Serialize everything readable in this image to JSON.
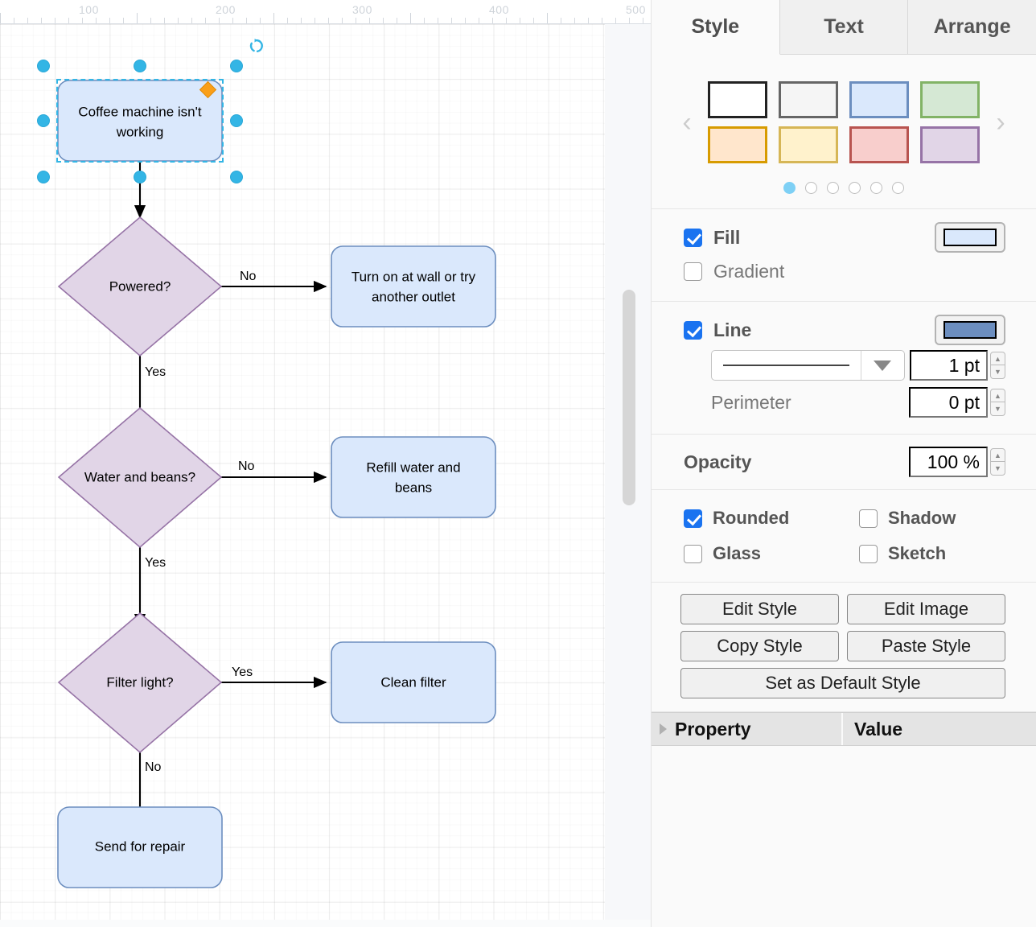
{
  "canvas": {
    "ruler": {
      "labels": [
        "100",
        "200",
        "300",
        "400",
        "500"
      ]
    },
    "selection": {
      "rotate_icon": "rotate-icon",
      "resize_handle": "resize-handle",
      "constraint_handle": "orange-diamond-handle"
    },
    "diagram": {
      "nodes": [
        {
          "id": "start",
          "type": "process",
          "label": "Coffee machine isn't working"
        },
        {
          "id": "powered",
          "type": "decision",
          "label": "Powered?"
        },
        {
          "id": "turn-on",
          "type": "process",
          "label": "Turn on at wall or try another outlet"
        },
        {
          "id": "water-beans",
          "type": "decision",
          "label": "Water and beans?"
        },
        {
          "id": "refill",
          "type": "process",
          "label": "Refill water and beans"
        },
        {
          "id": "filter-light",
          "type": "decision",
          "label": "Filter light?"
        },
        {
          "id": "clean-filter",
          "type": "process",
          "label": "Clean filter"
        },
        {
          "id": "send-repair",
          "type": "process",
          "label": "Send for repair"
        }
      ],
      "edge_labels": {
        "powered_no": "No",
        "powered_yes": "Yes",
        "water_no": "No",
        "water_yes": "Yes",
        "filter_yes": "Yes",
        "filter_no": "No"
      },
      "node_text": {
        "start_l1": "Coffee machine isn't",
        "start_l2": "working",
        "powered": "Powered?",
        "turn_on_l1": "Turn on at wall or try",
        "turn_on_l2": "another outlet",
        "water_beans": "Water and beans?",
        "refill_l1": "Refill water and",
        "refill_l2": "beans",
        "filter_light": "Filter light?",
        "clean_filter": "Clean filter",
        "send_repair": "Send for repair"
      },
      "colors": {
        "process_fill": "#dae8fc",
        "process_stroke": "#6c8ebf",
        "decision_fill": "#e1d5e7",
        "decision_stroke": "#9673a6",
        "edge": "#000000"
      }
    }
  },
  "panel": {
    "tabs": [
      {
        "label": "Style",
        "active": true
      },
      {
        "label": "Text",
        "active": false
      },
      {
        "label": "Arrange",
        "active": false
      }
    ],
    "palette": {
      "prev_label": "‹",
      "next_label": "›",
      "swatches": [
        {
          "fill": "#ffffff",
          "stroke": "#222222"
        },
        {
          "fill": "#f5f5f5",
          "stroke": "#666666"
        },
        {
          "fill": "#dae8fc",
          "stroke": "#6c8ebf"
        },
        {
          "fill": "#d5e8d4",
          "stroke": "#82b366"
        },
        {
          "fill": "#ffe6cc",
          "stroke": "#d79b00"
        },
        {
          "fill": "#fff2cc",
          "stroke": "#d6b656"
        },
        {
          "fill": "#f8cecc",
          "stroke": "#b85450"
        },
        {
          "fill": "#e1d5e7",
          "stroke": "#9673a6"
        }
      ],
      "page_count": 6,
      "active_page": 0,
      "active_dot_color": "#7ed0f5"
    },
    "fill": {
      "label": "Fill",
      "checked": true,
      "color": "#dae8fc",
      "gradient_label": "Gradient",
      "gradient_checked": false
    },
    "line": {
      "label": "Line",
      "checked": true,
      "color": "#6c8ebf",
      "style_preview": "solid",
      "width_value": "1 pt",
      "perimeter_label": "Perimeter",
      "perimeter_value": "0 pt"
    },
    "opacity": {
      "label": "Opacity",
      "value": "100 %"
    },
    "flags": [
      {
        "label": "Rounded",
        "checked": true
      },
      {
        "label": "Shadow",
        "checked": false
      },
      {
        "label": "Glass",
        "checked": false
      },
      {
        "label": "Sketch",
        "checked": false
      }
    ],
    "buttons": [
      {
        "label": "Edit Style"
      },
      {
        "label": "Edit Image"
      },
      {
        "label": "Copy Style"
      },
      {
        "label": "Paste Style"
      },
      {
        "label": "Set as Default Style"
      }
    ],
    "property_table": {
      "col_property": "Property",
      "col_value": "Value"
    }
  }
}
